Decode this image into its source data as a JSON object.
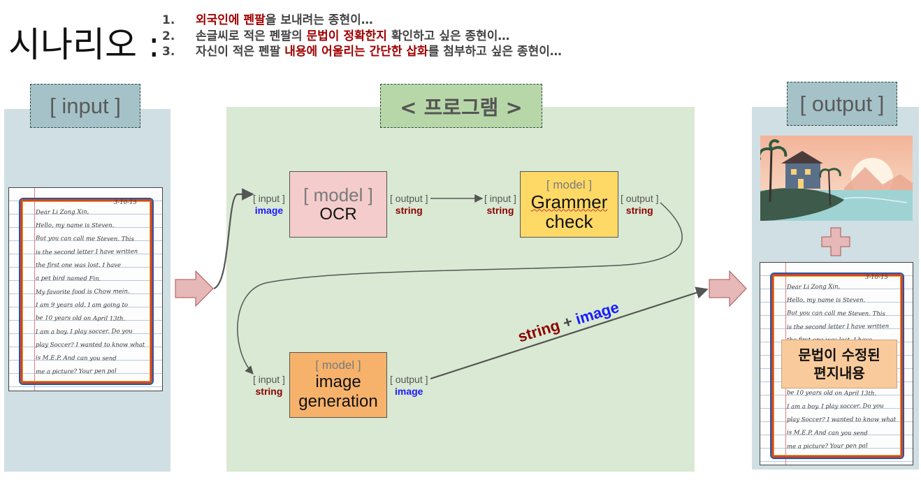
{
  "title": "시나리오 :",
  "scenarios": [
    {
      "num": "1.",
      "parts": [
        {
          "text": "외국인에 펜팔",
          "hl": true
        },
        {
          "text": "을 보내려는 종현이…",
          "hl": false
        }
      ]
    },
    {
      "num": "2.",
      "parts": [
        {
          "text": "손글씨로 적은 펜팔의 ",
          "hl": false
        },
        {
          "text": "문법이 정확한지",
          "hl": true
        },
        {
          "text": " 확인하고 싶은 종현이…",
          "hl": false
        }
      ]
    },
    {
      "num": "3.",
      "parts": [
        {
          "text": "자신이 적은 펜팔 ",
          "hl": false
        },
        {
          "text": "내용에 어울리는 간단한 삽화",
          "hl": true
        },
        {
          "text": "를 첨부하고 싶은 종현이…",
          "hl": false
        }
      ]
    }
  ],
  "headers": {
    "input": "[ input ]",
    "program": "< 프로그램 >",
    "output": "[ output ]"
  },
  "letter_lines": [
    "Dear Li Zong Xin,",
    "Hello, my name is Steven.",
    "But you can call me Steven. This",
    "is the second letter I have written",
    "the first one was lost. I have",
    "a pet bird named Fin.",
    "My favorite food is Chow mein.",
    "I am 9 years old. I am going to",
    "be 10 years old on April 13th.",
    "I am a boy. I play soccer. Do you",
    "play Soccer? I wanted to know what",
    "is M.E.P. And can you send",
    "me a picture?     Your pen pal"
  ],
  "letter_date": "3-10-15",
  "models": {
    "ocr": {
      "label": "[ model ]",
      "name": "OCR"
    },
    "grammar": {
      "label": "[ model ]",
      "name1": "Grammer",
      "name2": "check"
    },
    "imagegen": {
      "label": "[ model ]",
      "name1": "image",
      "name2": "generation"
    }
  },
  "io": {
    "input_label": "[ input ]",
    "output_label": "[ output ]",
    "type_image": "image",
    "type_string": "string"
  },
  "combo": {
    "s": "string",
    "plus": "+",
    "i": "image"
  },
  "overlay": {
    "line1": "문법이 수정된",
    "line2": "편지내용"
  },
  "colors": {
    "highlight": "#a00000",
    "image_type": "#1a1aff",
    "string_type": "#8b0000",
    "ocr_box": "#f4cccc",
    "grammar_box": "#ffd966",
    "imagegen_box": "#f6b26b",
    "arrow_fill": "#e6b8b7"
  }
}
